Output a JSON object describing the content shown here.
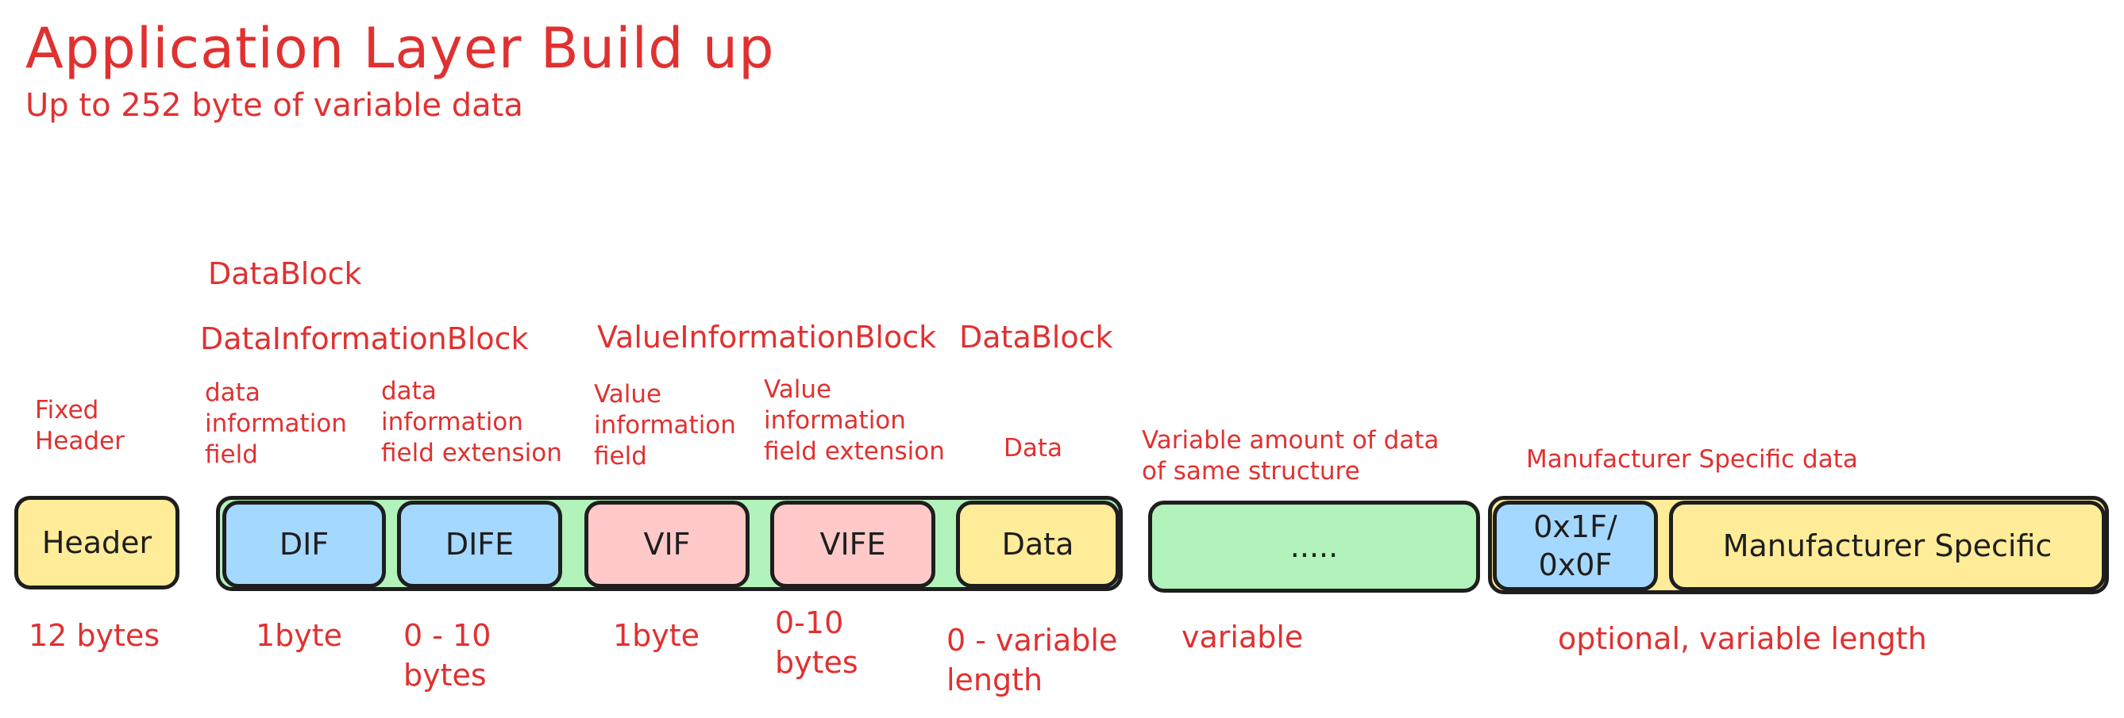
{
  "title": "Application Layer Build up",
  "subtitle": "Up to 252 byte of variable data",
  "groups": {
    "datablock_outer": "DataBlock",
    "dib": "DataInformationBlock",
    "vib": "ValueInformationBlock",
    "datablock_inner": "DataBlock"
  },
  "field_labels": {
    "header": "Fixed\nHeader",
    "dif": "data\ninformation\nfield",
    "dife": "data\ninformation\nfield extension",
    "vif": "Value\ninformation\nfield",
    "vife": "Value\ninformation\nfield extension",
    "data": "Data",
    "variable": "Variable amount of data\nof same structure",
    "manufacturer": "Manufacturer Specific data"
  },
  "boxes": {
    "header": "Header",
    "dif": "DIF",
    "dife": "DIFE",
    "vif": "VIF",
    "vife": "VIFE",
    "data": "Data",
    "ellipsis": ".....",
    "marker": "0x1F/\n0x0F",
    "manufacturer": "Manufacturer Specific"
  },
  "sizes": {
    "header": "12 bytes",
    "dif": "1byte",
    "dife": "0 - 10\nbytes",
    "vif": "1byte",
    "vife": "0-10\nbytes",
    "data": "0 - variable\nlength",
    "variable": "variable",
    "manufacturer": "optional, variable length"
  },
  "colors": {
    "annotation": "#e03131",
    "stroke": "#1e1e1e",
    "yellow": "#ffec99",
    "blue": "#a5d8ff",
    "pink": "#ffc9c9",
    "green": "#b2f2bb"
  }
}
